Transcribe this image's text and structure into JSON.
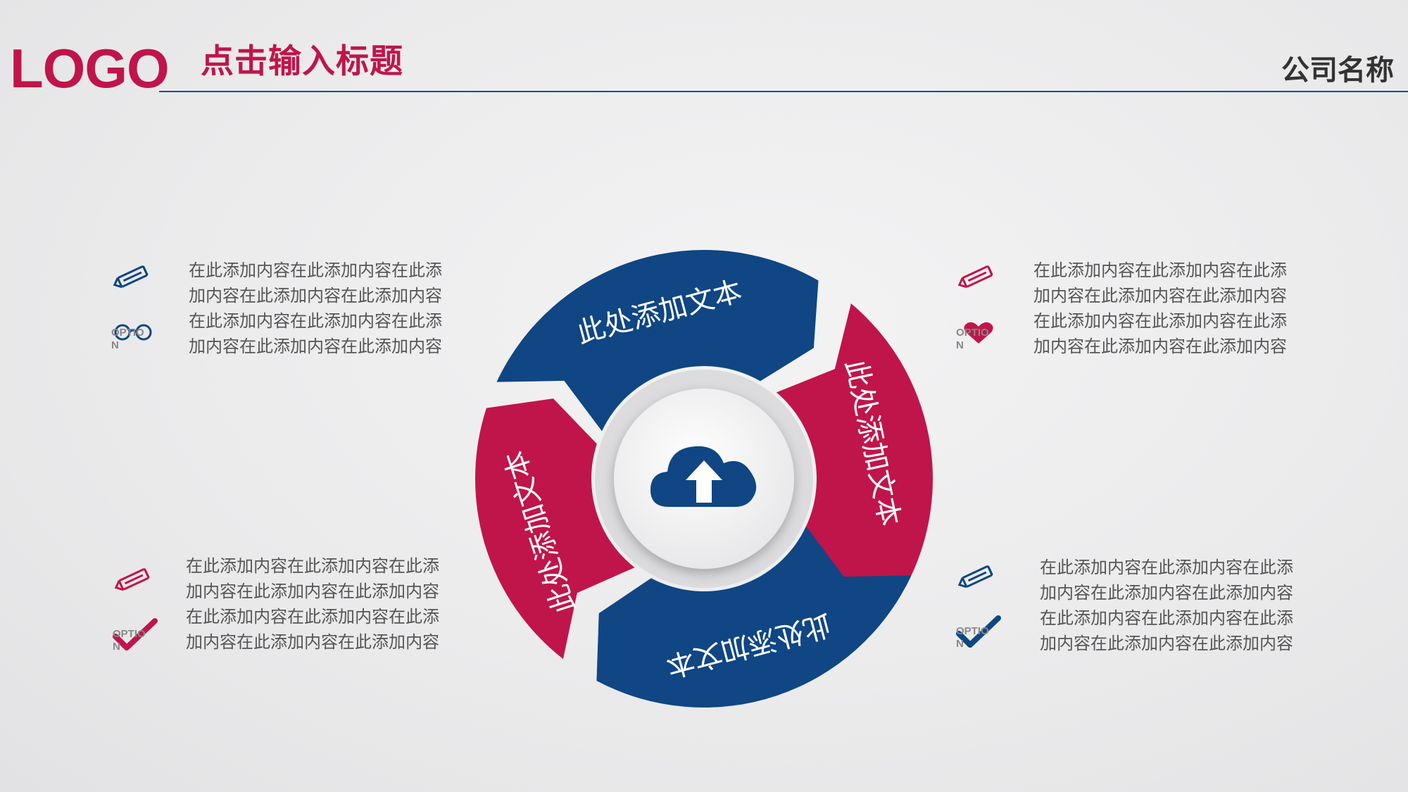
{
  "header": {
    "logo": "LOGO",
    "title": "点击输入标题",
    "company": "公司名称"
  },
  "colors": {
    "accent_red": "#c0154a",
    "accent_blue": "#0f4683",
    "header_rule": "#1a4e8e",
    "body_text": "#555555"
  },
  "cycle": {
    "segments": [
      {
        "label": "此处添加文本",
        "color": "#0f4683"
      },
      {
        "label": "此处添加文本",
        "color": "#c0154a"
      },
      {
        "label": "此处添加文本",
        "color": "#0f4683"
      },
      {
        "label": "此处添加文本",
        "color": "#c0154a"
      }
    ],
    "center_icon": "cloud-upload-icon"
  },
  "blocks": {
    "top_left": {
      "lines": [
        "在此添加内容在此添加内容在此添",
        "加内容在此添加内容在此添加内容",
        "在此添加内容在此添加内容在此添",
        "加内容在此添加内容在此添加内容"
      ],
      "tag": [
        "OPTIO",
        "N"
      ]
    },
    "top_right": {
      "lines": [
        "在此添加内容在此添加内容在此添",
        "加内容在此添加内容在此添加内容",
        "在此添加内容在此添加内容在此添",
        "加内容在此添加内容在此添加内容"
      ],
      "tag": [
        "OPTIO",
        "N"
      ]
    },
    "bottom_left": {
      "lines": [
        "在此添加内容在此添加内容在此添",
        "加内容在此添加内容在此添加内容",
        "在此添加内容在此添加内容在此添",
        "加内容在此添加内容在此添加内容"
      ],
      "tag": [
        "OPTIO",
        "N"
      ]
    },
    "bottom_right": {
      "lines": [
        "在此添加内容在此添加内容在此添",
        "加内容在此添加内容在此添加内容",
        "在此添加内容在此添加内容在此添",
        "加内容在此添加内容在此添加内容"
      ],
      "tag": [
        "OPTIO",
        "N"
      ]
    }
  }
}
